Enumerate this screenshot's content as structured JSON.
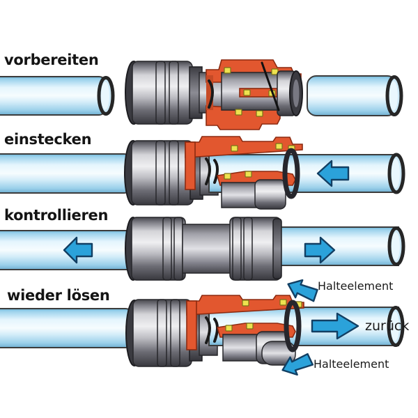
{
  "steps": [
    {
      "id": 1,
      "label": "vorbereiten"
    },
    {
      "id": 2,
      "label": "einstecken"
    },
    {
      "id": 3,
      "label": "kontrollieren"
    },
    {
      "id": 4,
      "label": "wieder lösen"
    }
  ],
  "annotations": {
    "halteelement_top": "Halteelement",
    "zurueck": "zurück",
    "halteelement_bottom": "Halteelement"
  },
  "icons": {
    "insert_arrow": "arrow-left-icon",
    "check_arrow_left": "arrow-left-icon",
    "check_arrow_right": "arrow-right-icon",
    "release_arrow": "arrow-right-icon",
    "halteelement_arrow_top": "arrow-down-left-icon",
    "halteelement_arrow_bottom": "arrow-up-left-icon"
  },
  "colors": {
    "background": "#ffffff",
    "pipe_blue": "#bfe4f6",
    "arrow_blue": "#2ba2da",
    "cutaway_red": "#e2572f",
    "seal_yellow": "#eee24f",
    "metal_gray": "#9a9aa2",
    "outline_dark": "#333333",
    "text": "#111111"
  }
}
